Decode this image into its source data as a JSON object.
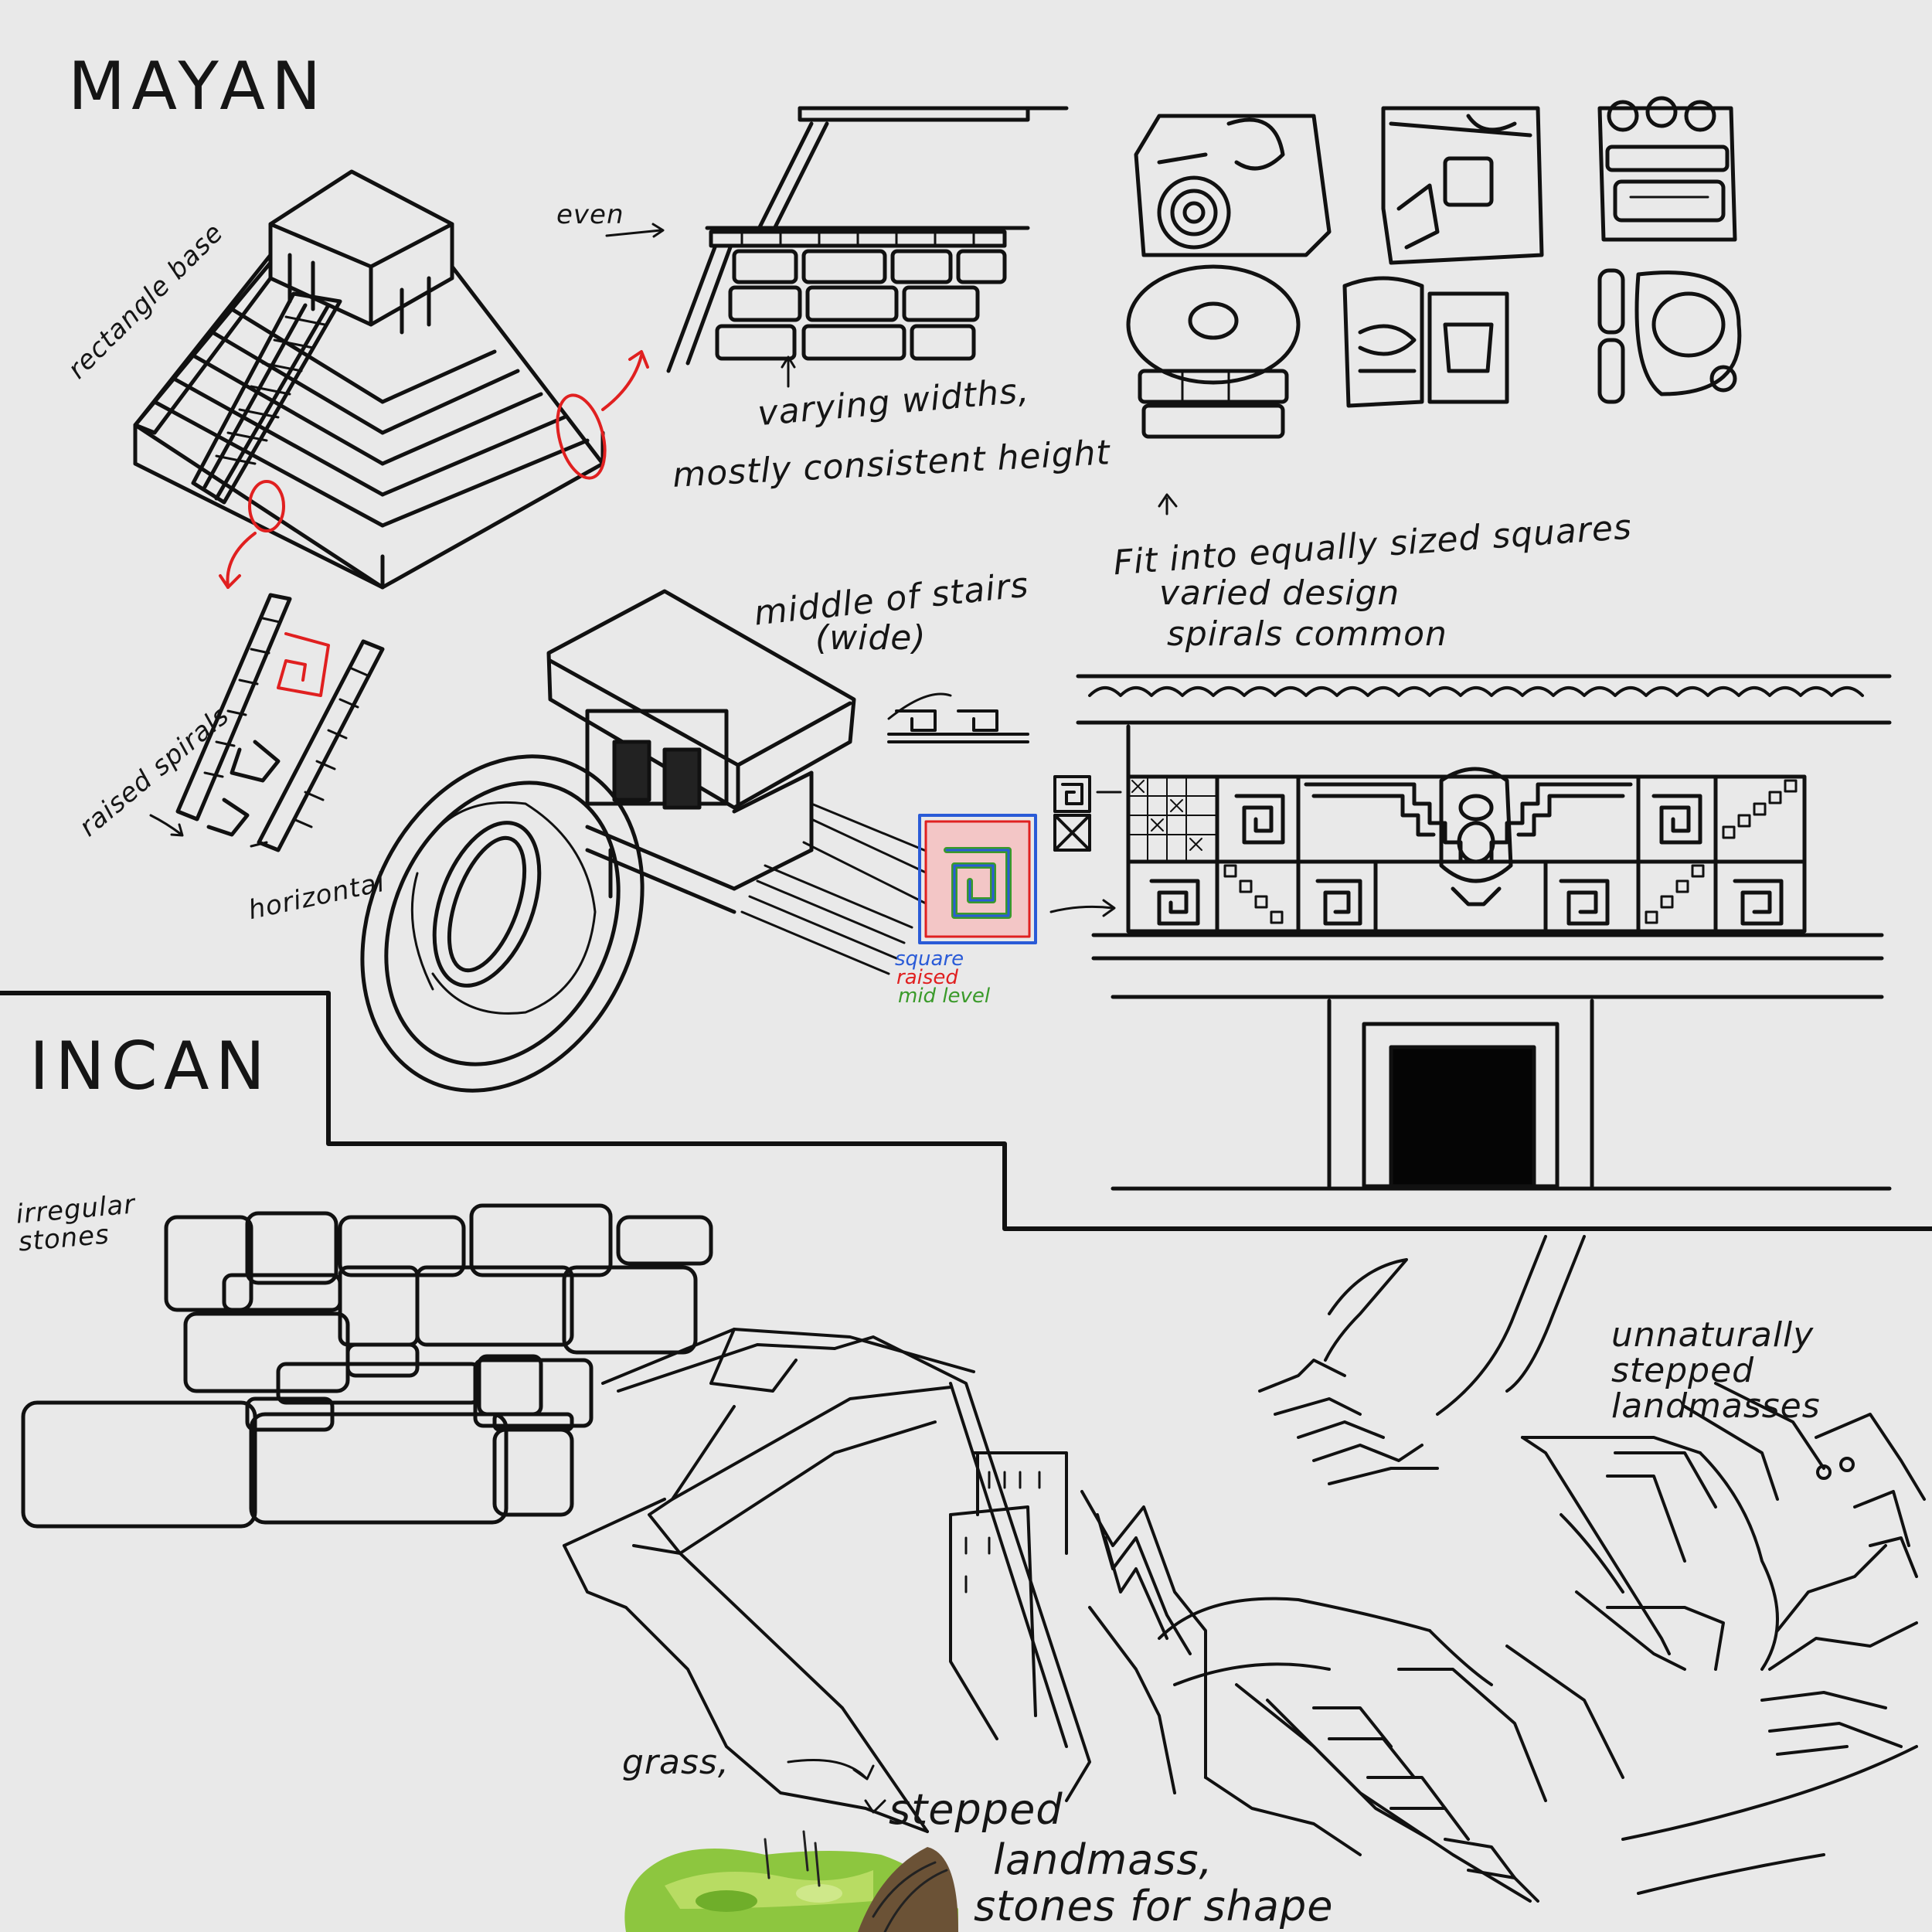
{
  "sections": {
    "mayan": "MAYAN",
    "incan": "INCAN"
  },
  "mayan_notes": {
    "rectangle_base": "rectangle base",
    "even": "even",
    "varying_widths": "varying widths,",
    "consistent_height": "mostly consistent height",
    "raised_spirals": "raised spirals",
    "horizontal": "horizontal",
    "middle_of_stairs": "middle of stairs",
    "wide": "(wide)",
    "fit_squares": "Fit into equally sized squares",
    "varied_design": "varied design",
    "spirals_common": "spirals common"
  },
  "legend": {
    "square": "square",
    "raised": "raised",
    "mid_level": "mid level",
    "colors": {
      "square": "#2a5bd7",
      "raised": "#e02020",
      "mid_level": "#3a9a2a"
    }
  },
  "incan_notes": {
    "irregular_stones": "irregular stones",
    "unnaturally_stepped": "unnaturally stepped landmasses",
    "grass": "grass,",
    "stepped": "stepped",
    "landmass": "landmass,",
    "stones_for_shape": "stones for shape"
  },
  "colors": {
    "ink": "#111111",
    "highlight": "#e02020",
    "grass": "#8dc63f",
    "dirt": "#6b5236"
  }
}
